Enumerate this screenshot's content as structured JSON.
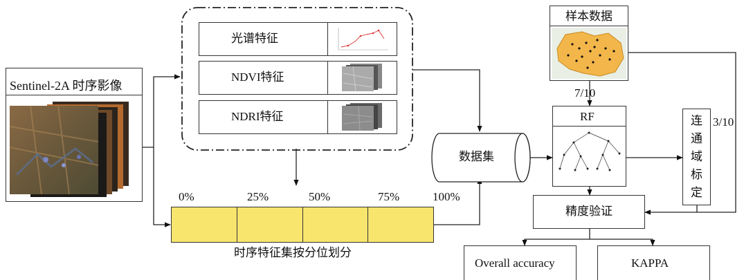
{
  "input": {
    "title": "Sentinel-2A 时序影像"
  },
  "features": {
    "items": [
      {
        "label": "光谱特征"
      },
      {
        "label": "NDVI特征"
      },
      {
        "label": "NDRI特征"
      }
    ]
  },
  "percent_bar": {
    "ticks": [
      "0%",
      "25%",
      "50%",
      "75%",
      "100%"
    ],
    "caption": "时序特征集按分位划分",
    "fill_color": "#f7e56e"
  },
  "dataset": {
    "label": "数据集"
  },
  "samples": {
    "title": "样本数据",
    "train_ratio": "7/10",
    "test_ratio": "3/10"
  },
  "rf": {
    "label": "RF"
  },
  "labeling": {
    "label": "连通域标定",
    "chars": [
      "连",
      "通",
      "域",
      "标",
      "定"
    ]
  },
  "validation": {
    "label": "精度验证"
  },
  "outputs": [
    {
      "label": "Overall accuracy"
    },
    {
      "label": "KAPPA"
    }
  ]
}
